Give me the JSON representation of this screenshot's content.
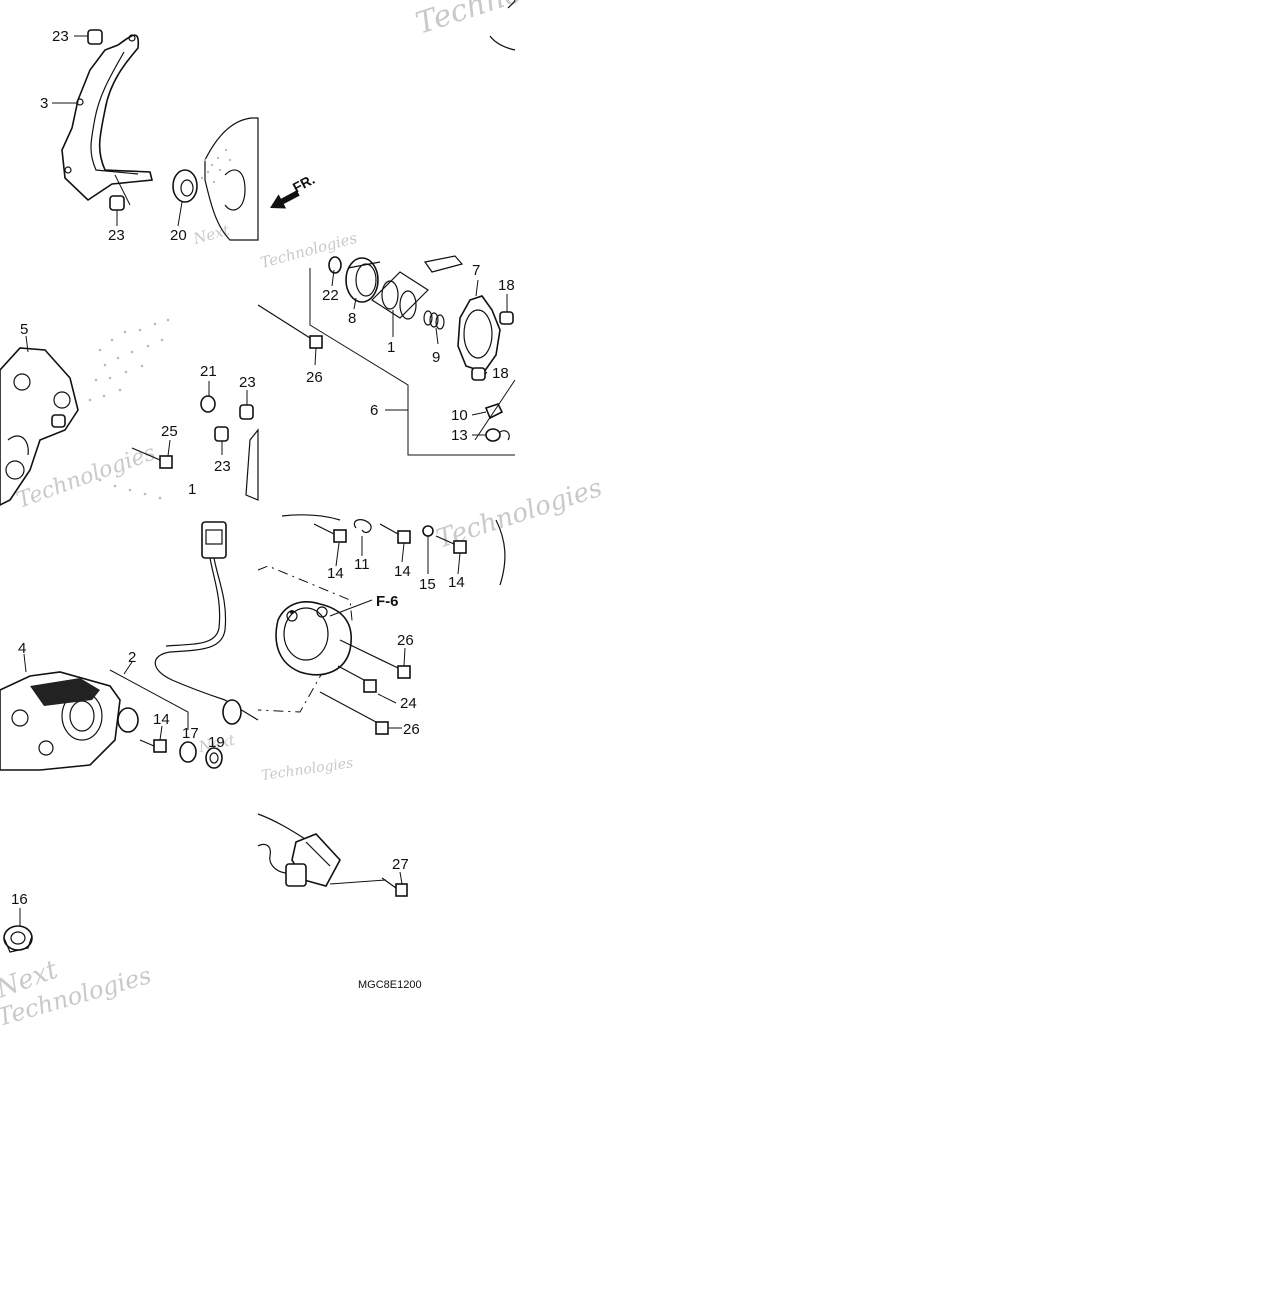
{
  "diagram": {
    "callouts": {
      "p23a": "23",
      "p3": "3",
      "p23b": "23",
      "p20": "20",
      "p5": "5",
      "p21": "21",
      "p23c": "23",
      "p23d": "23",
      "p25": "25",
      "p1a": "1",
      "p22": "22",
      "p8": "8",
      "p1b": "1",
      "p9": "9",
      "p7": "7",
      "p18a": "18",
      "p18b": "18",
      "p26a": "26",
      "p6": "6",
      "p10": "10",
      "p13": "13",
      "p4": "4",
      "p2": "2",
      "p14a": "14",
      "p17": "17",
      "p19": "19",
      "p14b": "14",
      "p11": "11",
      "p14c": "14",
      "p15": "15",
      "p14d": "14",
      "p26b": "26",
      "p24": "24",
      "p26c": "26",
      "p16": "16",
      "p27": "27"
    },
    "front_marker": "FR.",
    "reference": "F-6",
    "drawing_code": "MGC8E1200",
    "watermark_lines": [
      "Next",
      "Technologies"
    ]
  }
}
